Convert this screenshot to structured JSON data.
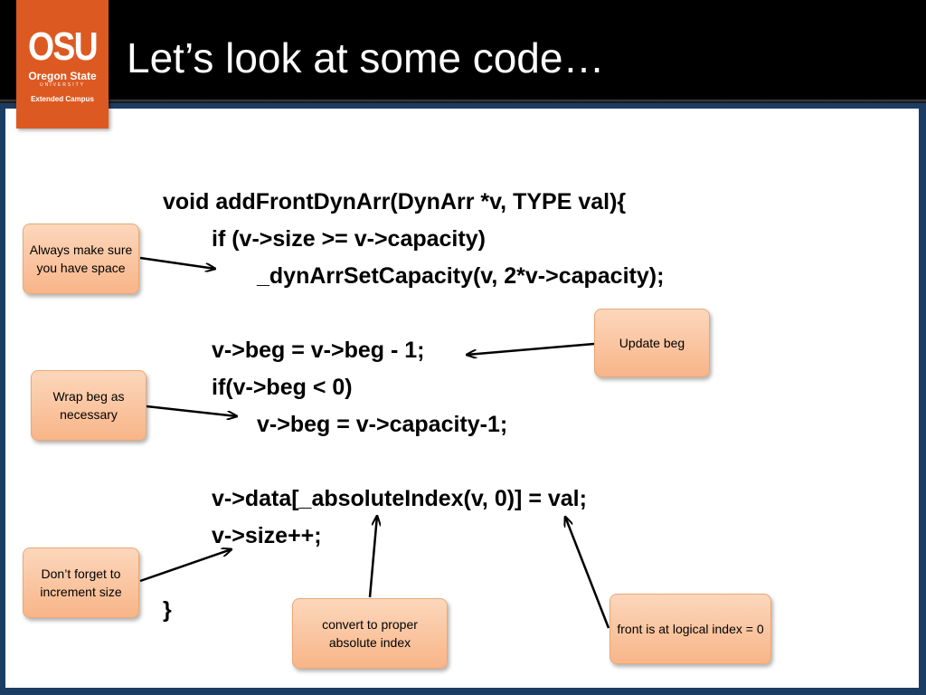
{
  "title": "Let’s look at some code…",
  "logo": {
    "initials": "OSU",
    "name": "Oregon State",
    "sub": "UNIVERSITY",
    "campus": "Extended Campus"
  },
  "code": {
    "line1": "void addFrontDynArr(DynArr *v, TYPE val){",
    "line2": "if (v->size >= v->capacity)",
    "line3": "_dynArrSetCapacity(v, 2*v->capacity);",
    "line4": "v->beg = v->beg - 1;",
    "line5": "if(v->beg < 0)",
    "line6": "v->beg = v->capacity-1;",
    "line7": "v->data[_absoluteIndex(v, 0)] = val;",
    "line8": "v->size++;",
    "line9": "}"
  },
  "callouts": {
    "space": "Always make sure you have space",
    "update": "Update beg",
    "wrap": "Wrap beg as necessary",
    "increment": "Don’t forget to increment size",
    "convert": "convert to proper absolute index",
    "front": "front is at logical index = 0"
  },
  "colors": {
    "header": "#000000",
    "accent": "#dc5a22",
    "callout": "#f8b588"
  }
}
